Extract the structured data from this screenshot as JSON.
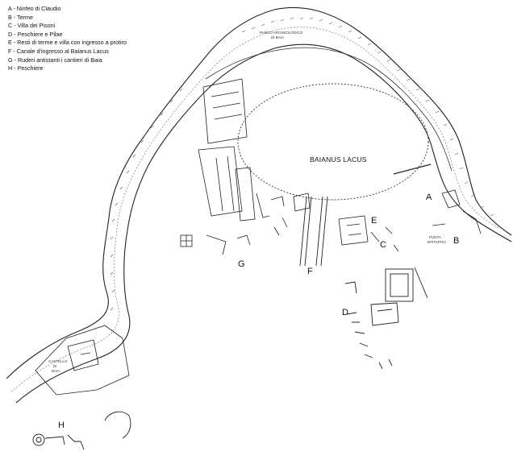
{
  "legend": {
    "items": [
      "A - Ninfeo di Claudio",
      "B - Terme",
      "C - Villa dei Pisoni",
      "D - Peschiere e Pilae",
      "E - Resti di terme e villa con ingresso a protiro",
      "F - Canale d'ingresso al Baianus Lacus",
      "G - Ruderi antistanti i cantieri di Baia",
      "H - Peschiere"
    ]
  },
  "map": {
    "lake_label": "BAIANUS LACUS",
    "site_labels": {
      "A": "A",
      "B": "B",
      "C": "C",
      "D": "D",
      "E": "E",
      "F": "F",
      "G": "G",
      "H": "H"
    },
    "place_labels": {
      "parco_line1": "PARCO ARCHEOLOGICO",
      "parco_line2": "DI BAIA",
      "punta_line1": "PUNTA",
      "punta_line2": "EPITAFFIO",
      "castello_line1": "CASTELLO",
      "castello_line2": "DI",
      "castello_line3": "BAIA"
    }
  }
}
